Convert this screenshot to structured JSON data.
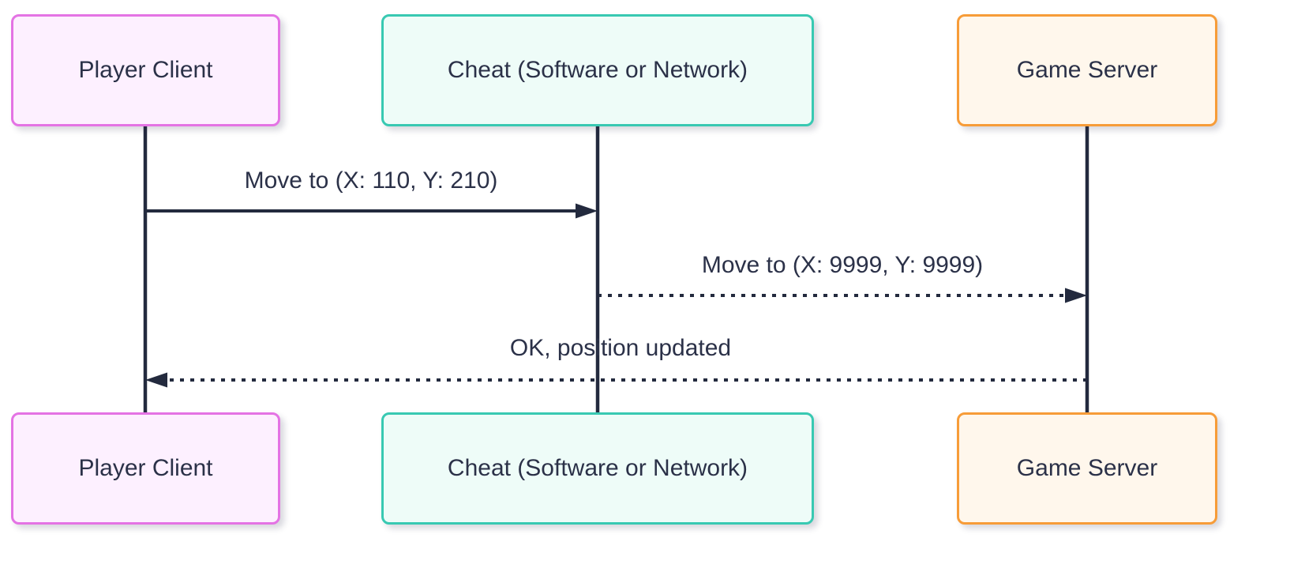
{
  "diagram": {
    "type": "sequence-diagram",
    "actors": [
      {
        "id": "player-client",
        "label": "Player Client",
        "fill": "#fdf0ff",
        "border": "#e473e4"
      },
      {
        "id": "cheat",
        "label": "Cheat (Software or Network)",
        "fill": "#eefcf8",
        "border": "#38c9b2"
      },
      {
        "id": "game-server",
        "label": "Game Server",
        "fill": "#fff7ec",
        "border": "#f79c38"
      }
    ],
    "messages": [
      {
        "from": "player-client",
        "to": "cheat",
        "label": "Move to (X: 110, Y: 210)",
        "style": "solid"
      },
      {
        "from": "cheat",
        "to": "game-server",
        "label": "Move to (X: 9999, Y: 9999)",
        "style": "dotted"
      },
      {
        "from": "game-server",
        "to": "player-client",
        "label": "OK, position updated",
        "style": "dotted"
      }
    ],
    "colors": {
      "line": "#232a3e",
      "text": "#2b3148",
      "background": "#ffffff"
    }
  }
}
